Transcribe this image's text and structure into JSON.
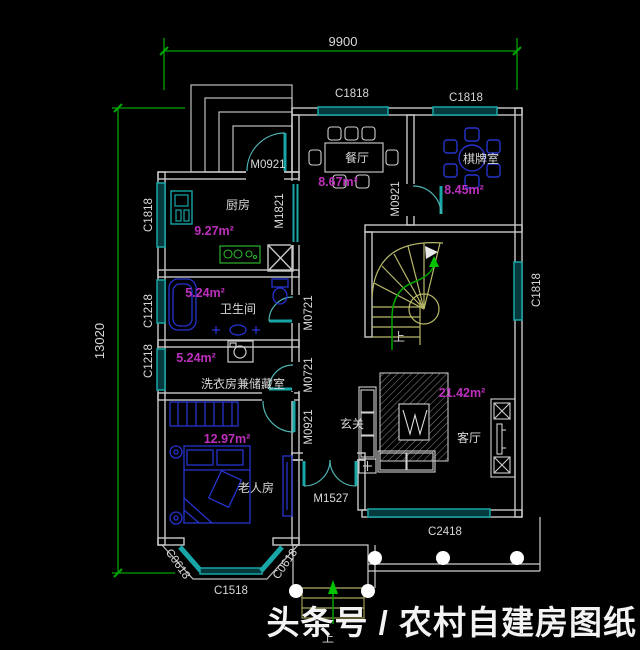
{
  "watermark": "头条号 / 农村自建房图纸",
  "dimensions": {
    "total_width": "9900",
    "total_height": "13020"
  },
  "rooms": {
    "dining": {
      "name": "餐厅",
      "area": "8.67m²"
    },
    "card": {
      "name": "棋牌室",
      "area": "8.45m²"
    },
    "kitchen": {
      "name": "厨房",
      "area": "9.27m²"
    },
    "bathroom": {
      "name": "卫生间",
      "area": "5.24m²"
    },
    "laundry": {
      "name": "洗衣房兼储藏室",
      "area": "5.24m²"
    },
    "bedroom": {
      "name": "老人房",
      "area": "12.97m²"
    },
    "foyer": {
      "name": "玄关"
    },
    "living": {
      "name": "客厅",
      "area": "21.42m²"
    }
  },
  "openings": {
    "window_top_left": "C1818",
    "window_top_right": "C1818",
    "window_kitchen_west": "C1818",
    "window_bath_west": "C1218",
    "window_laundry_west": "C1218",
    "window_stair_east": "C1818",
    "window_living_south": "C2418",
    "window_bay_left": "C0618",
    "window_bay_center": "C1518",
    "window_bay_right": "C0618",
    "door_kitchen_exterior": "M0921",
    "door_kitchen_dining": "M1821",
    "door_dining_card": "M0921",
    "door_bathroom": "M0721",
    "door_laundry": "M0721",
    "door_bedroom": "M0921",
    "door_main": "M1527"
  },
  "stairs": {
    "up_label": "上"
  },
  "porch": {
    "up_label": "上"
  },
  "colors": {
    "background": "#000000",
    "wall": "#c9c9c9",
    "window_door": "#18a6a6",
    "dimension_line": "#00a400",
    "area_text": "#bd2fbd",
    "label_text": "#d8d8d8",
    "furniture_blue": "#2633cc",
    "stair_yellow": "#b9b96a",
    "watermark_text": "#f3f3f3"
  }
}
